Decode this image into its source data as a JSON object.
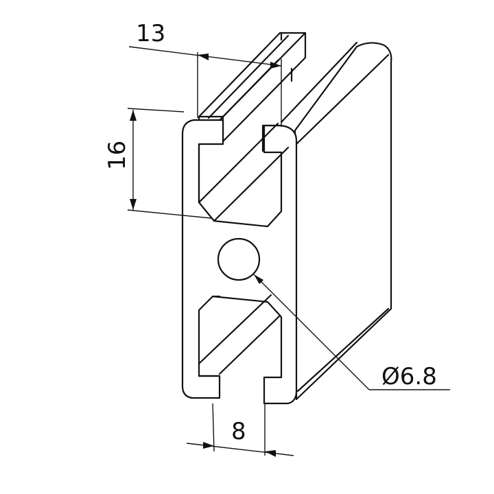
{
  "drawing": {
    "dimensions": {
      "width_top": "13",
      "slot_height": "16",
      "slot_width_bottom": "8",
      "hole_diameter": "Ø6.8"
    }
  }
}
